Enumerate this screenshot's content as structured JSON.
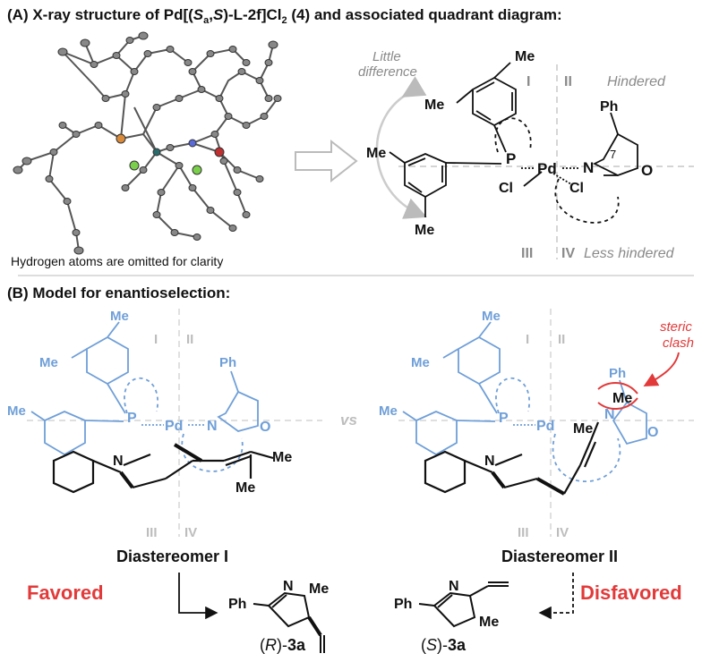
{
  "section_a": {
    "title_prefix": "(A) X-ray structure of Pd[(",
    "title_sa": "S",
    "title_sa_sub": "a",
    "title_comma": ",",
    "title_s": "S",
    "title_suffix": ")-L-2f]Cl",
    "title_sub2": "2",
    "title_end": " (4) and associated quadrant diagram:",
    "caption": "Hydrogen atoms are omitted for clarity",
    "quadrant": {
      "note_line1": "Little",
      "note_line2": "difference",
      "q1": "I",
      "q2": "II",
      "q3": "III",
      "q4": "IV",
      "hindered": "Hindered",
      "less_hindered": "Less hindered",
      "me": "Me",
      "ph": "Ph",
      "p": "P",
      "pd": "Pd",
      "n": "N",
      "o": "O",
      "cl": "Cl",
      "ring_num": "7"
    }
  },
  "section_b": {
    "title": "(B) Model for enantioselection:",
    "vs": "vs",
    "steric_line1": "steric",
    "steric_line2": "clash",
    "dia1": "Diastereomer I",
    "dia2": "Diastereomer II",
    "favored": "Favored",
    "disfavored": "Disfavored",
    "prod_r_pre": "(",
    "prod_r_conf": "R",
    "prod_r_post": ")-",
    "prod_s_conf": "S",
    "prod_label": "3a",
    "me": "Me",
    "ph": "Ph",
    "n": "N",
    "o": "O",
    "p": "P",
    "pd": "Pd",
    "q1": "I",
    "q2": "II",
    "q3": "III",
    "q4": "IV"
  },
  "colors": {
    "blue": "#6f9fd8",
    "red": "#e23a3a",
    "gray": "#8a8a8a"
  }
}
